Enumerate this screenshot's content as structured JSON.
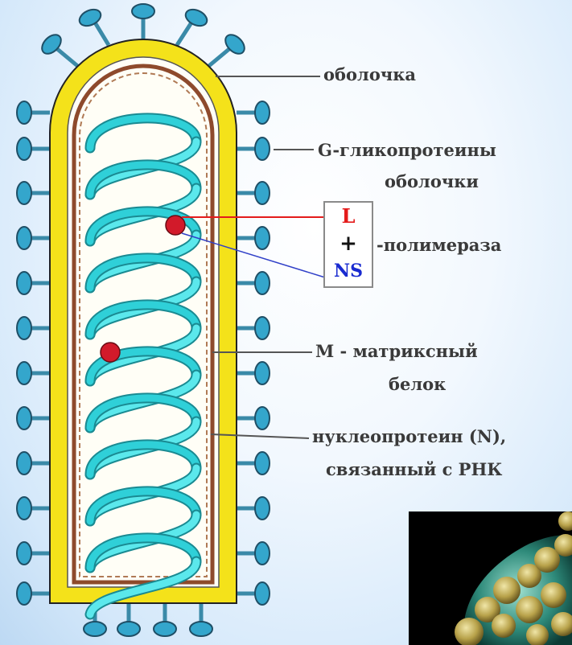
{
  "labels": {
    "envelope": "оболочка",
    "glyco_1": "G-гликопротеины",
    "glyco_2": "оболочки",
    "polymerase": "-полимераза",
    "matrix_1": "M - матриксный",
    "matrix_2": "белок",
    "nucleo_1": "нуклеопротеин (N),",
    "nucleo_2": "связанный с РНК"
  },
  "polymerase_box": {
    "top": "L",
    "middle": "+",
    "bottom": "NS"
  },
  "colors": {
    "envelope_outer": "#f4e21a",
    "envelope_inner": "#ffffff",
    "matrix_layer": "#8e4a2c",
    "spike": "#34a6cc",
    "helix": "#2fd0d8",
    "polymerase_dot": "#d21a2a",
    "L": "#e41b1b",
    "NS": "#1a2bd0"
  }
}
